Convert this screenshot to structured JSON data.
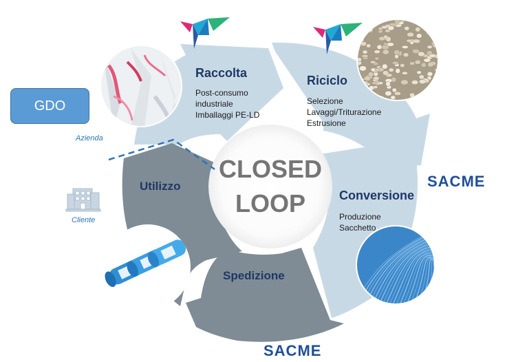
{
  "center": {
    "line1": "CLOSED",
    "line2": "LOOP"
  },
  "segments": {
    "raccolta": {
      "title": "Raccolta",
      "lines": [
        "Post-consumo",
        "industriale",
        "Imballaggi PE-LD"
      ]
    },
    "riciclo": {
      "title": "Riciclo",
      "lines": [
        "Selezione",
        "Lavaggi/Triturazione",
        "Estrusione"
      ]
    },
    "conversione": {
      "title": "Conversione",
      "lines": [
        "Produzione",
        "Sacchetto"
      ]
    },
    "spedizione": {
      "title": "Spedizione"
    },
    "utilizzo": {
      "title": "Utilizzo"
    }
  },
  "gdo": {
    "label": "GDO"
  },
  "captions": {
    "azienda": "Azienda",
    "cliente": "Cliente"
  },
  "brands": {
    "sacme_right": "SACME",
    "sacme_bottom": "SACME"
  },
  "colors": {
    "light_segment": "#c8d9e6",
    "dark_segment": "#7f8c96",
    "title_navy": "#1f3864",
    "center_text": "#757575",
    "gdo_blue": "#5b9bd5",
    "sacme_blue": "#1f4e9a"
  }
}
